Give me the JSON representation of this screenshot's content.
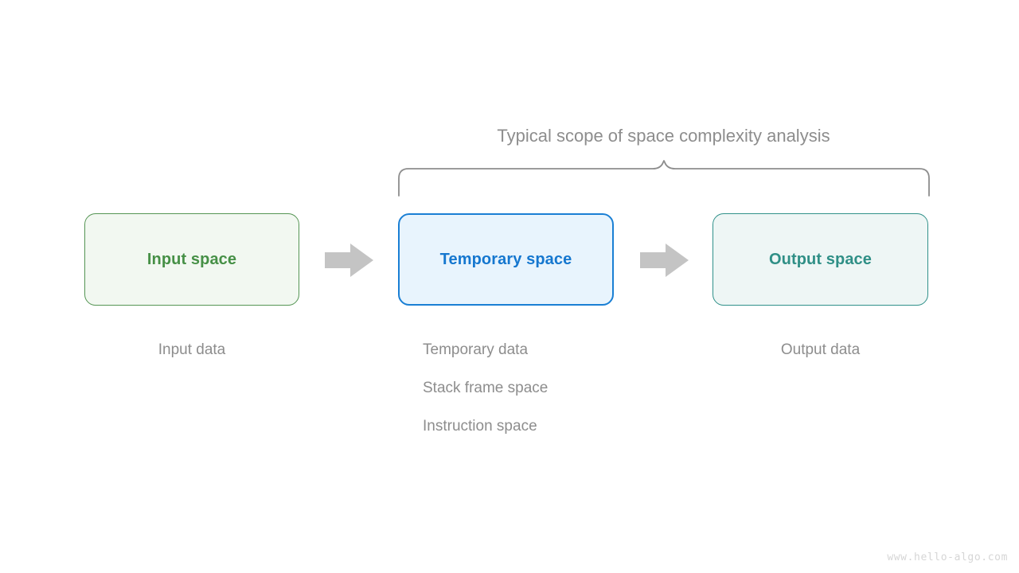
{
  "diagram": {
    "scope_title": "Typical scope of space complexity analysis",
    "boxes": [
      {
        "id": "input",
        "label": "Input space",
        "accent": "#469046",
        "fill": "#f2f8f1",
        "border": "#559554"
      },
      {
        "id": "temp",
        "label": "Temporary space",
        "accent": "#1577cf",
        "fill": "#e8f4fd",
        "border": "#1a7fd4"
      },
      {
        "id": "output",
        "label": "Output space",
        "accent": "#2f8f86",
        "fill": "#eef6f5",
        "border": "#30918a"
      }
    ],
    "arrows": [
      {
        "id": "arrow-input-to-temp",
        "color": "#c4c4c4"
      },
      {
        "id": "arrow-temp-to-output",
        "color": "#c4c4c4"
      }
    ],
    "captions": {
      "input": [
        "Input data"
      ],
      "temporary": [
        "Temporary data",
        "Stack frame space",
        "Instruction space"
      ],
      "output": [
        "Output data"
      ]
    },
    "brace_color": "#8d8d8d",
    "title_color": "#8d8d8d",
    "caption_color": "#8d8d8d"
  },
  "watermark": {
    "text": "www.hello-algo.com"
  }
}
